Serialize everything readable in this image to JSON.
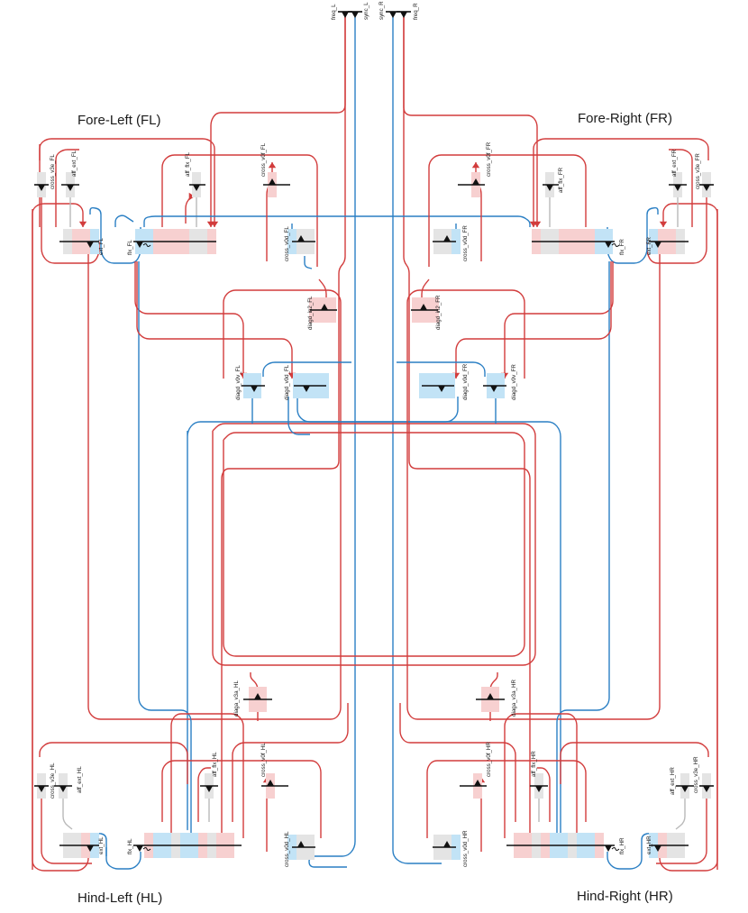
{
  "colors": {
    "excitatory": "#d23c3c",
    "inhibitory": "#2a7fc4",
    "neutral": "#b9b9b9",
    "exc_fill": "#f7d0d0",
    "inh_fill": "#c2e3f6",
    "neutral_fill": "#e4e4e4",
    "bar": "#111111",
    "text": "#222222"
  },
  "quadrants": {
    "fore_left": "Fore-Left (FL)",
    "fore_right": "Fore-Right (FR)",
    "hind_left": "Hind-Left (HL)",
    "hind_right": "Hind-Right (HR)"
  },
  "inputs": {
    "freq_L": "freq_L",
    "sync_L": "sync_L",
    "sync_R": "sync_R",
    "freq_R": "freq_R"
  },
  "neurons": {
    "ext_FL": "ext_FL",
    "flx_FL": "flx_FL",
    "aff_ext_FL": "aff_ext_FL",
    "aff_flx_FL": "aff_flx_FL",
    "cross_v3e_FL": "cross_v3e_FL",
    "cross_v0f_FL": "cross_v0f_FL",
    "cross_v0d_FL": "cross_v0d_FL",
    "diagd_in2_FL": "diagd_in2_FL",
    "diagd_v0v_FL": "diagd_v0v_FL",
    "diagd_v0d_FL": "diagd_v0d_FL",
    "ext_FR": "ext_FR",
    "flx_FR": "flx_FR",
    "aff_ext_FR": "aff_ext_FR",
    "aff_flx_FR": "aff_flx_FR",
    "cross_v3e_FR": "cross_v3e_FR",
    "cross_v0f_FR": "cross_v0f_FR",
    "cross_v0d_FR": "cross_v0d_FR",
    "diagd_in2_FR": "diagd_in2_FR",
    "diagd_v0v_FR": "diagd_v0v_FR",
    "diagd_v0d_FR": "diagd_v0d_FR",
    "ext_HL": "ext_HL",
    "flx_HL": "flx_HL",
    "aff_ext_HL": "aff_ext_HL",
    "aff_flx_HL": "aff_flx_HL",
    "cross_v3e_HL": "cross_v3e_HL",
    "cross_v0f_HL": "cross_v0f_HL",
    "cross_v0d_HL": "cross_v0d_HL",
    "diaga_v3a_HL": "diaga_v3a_HL",
    "ext_HR": "ext_HR",
    "flx_HR": "flx_HR",
    "aff_ext_HR": "aff_ext_HR",
    "aff_flx_HR": "aff_flx_HR",
    "cross_v3e_HR": "cross_v3e_HR",
    "cross_v0f_HR": "cross_v0f_HR",
    "cross_v0d_HR": "cross_v0d_HR",
    "diaga_v3a_HR": "diaga_v3a_HR"
  }
}
